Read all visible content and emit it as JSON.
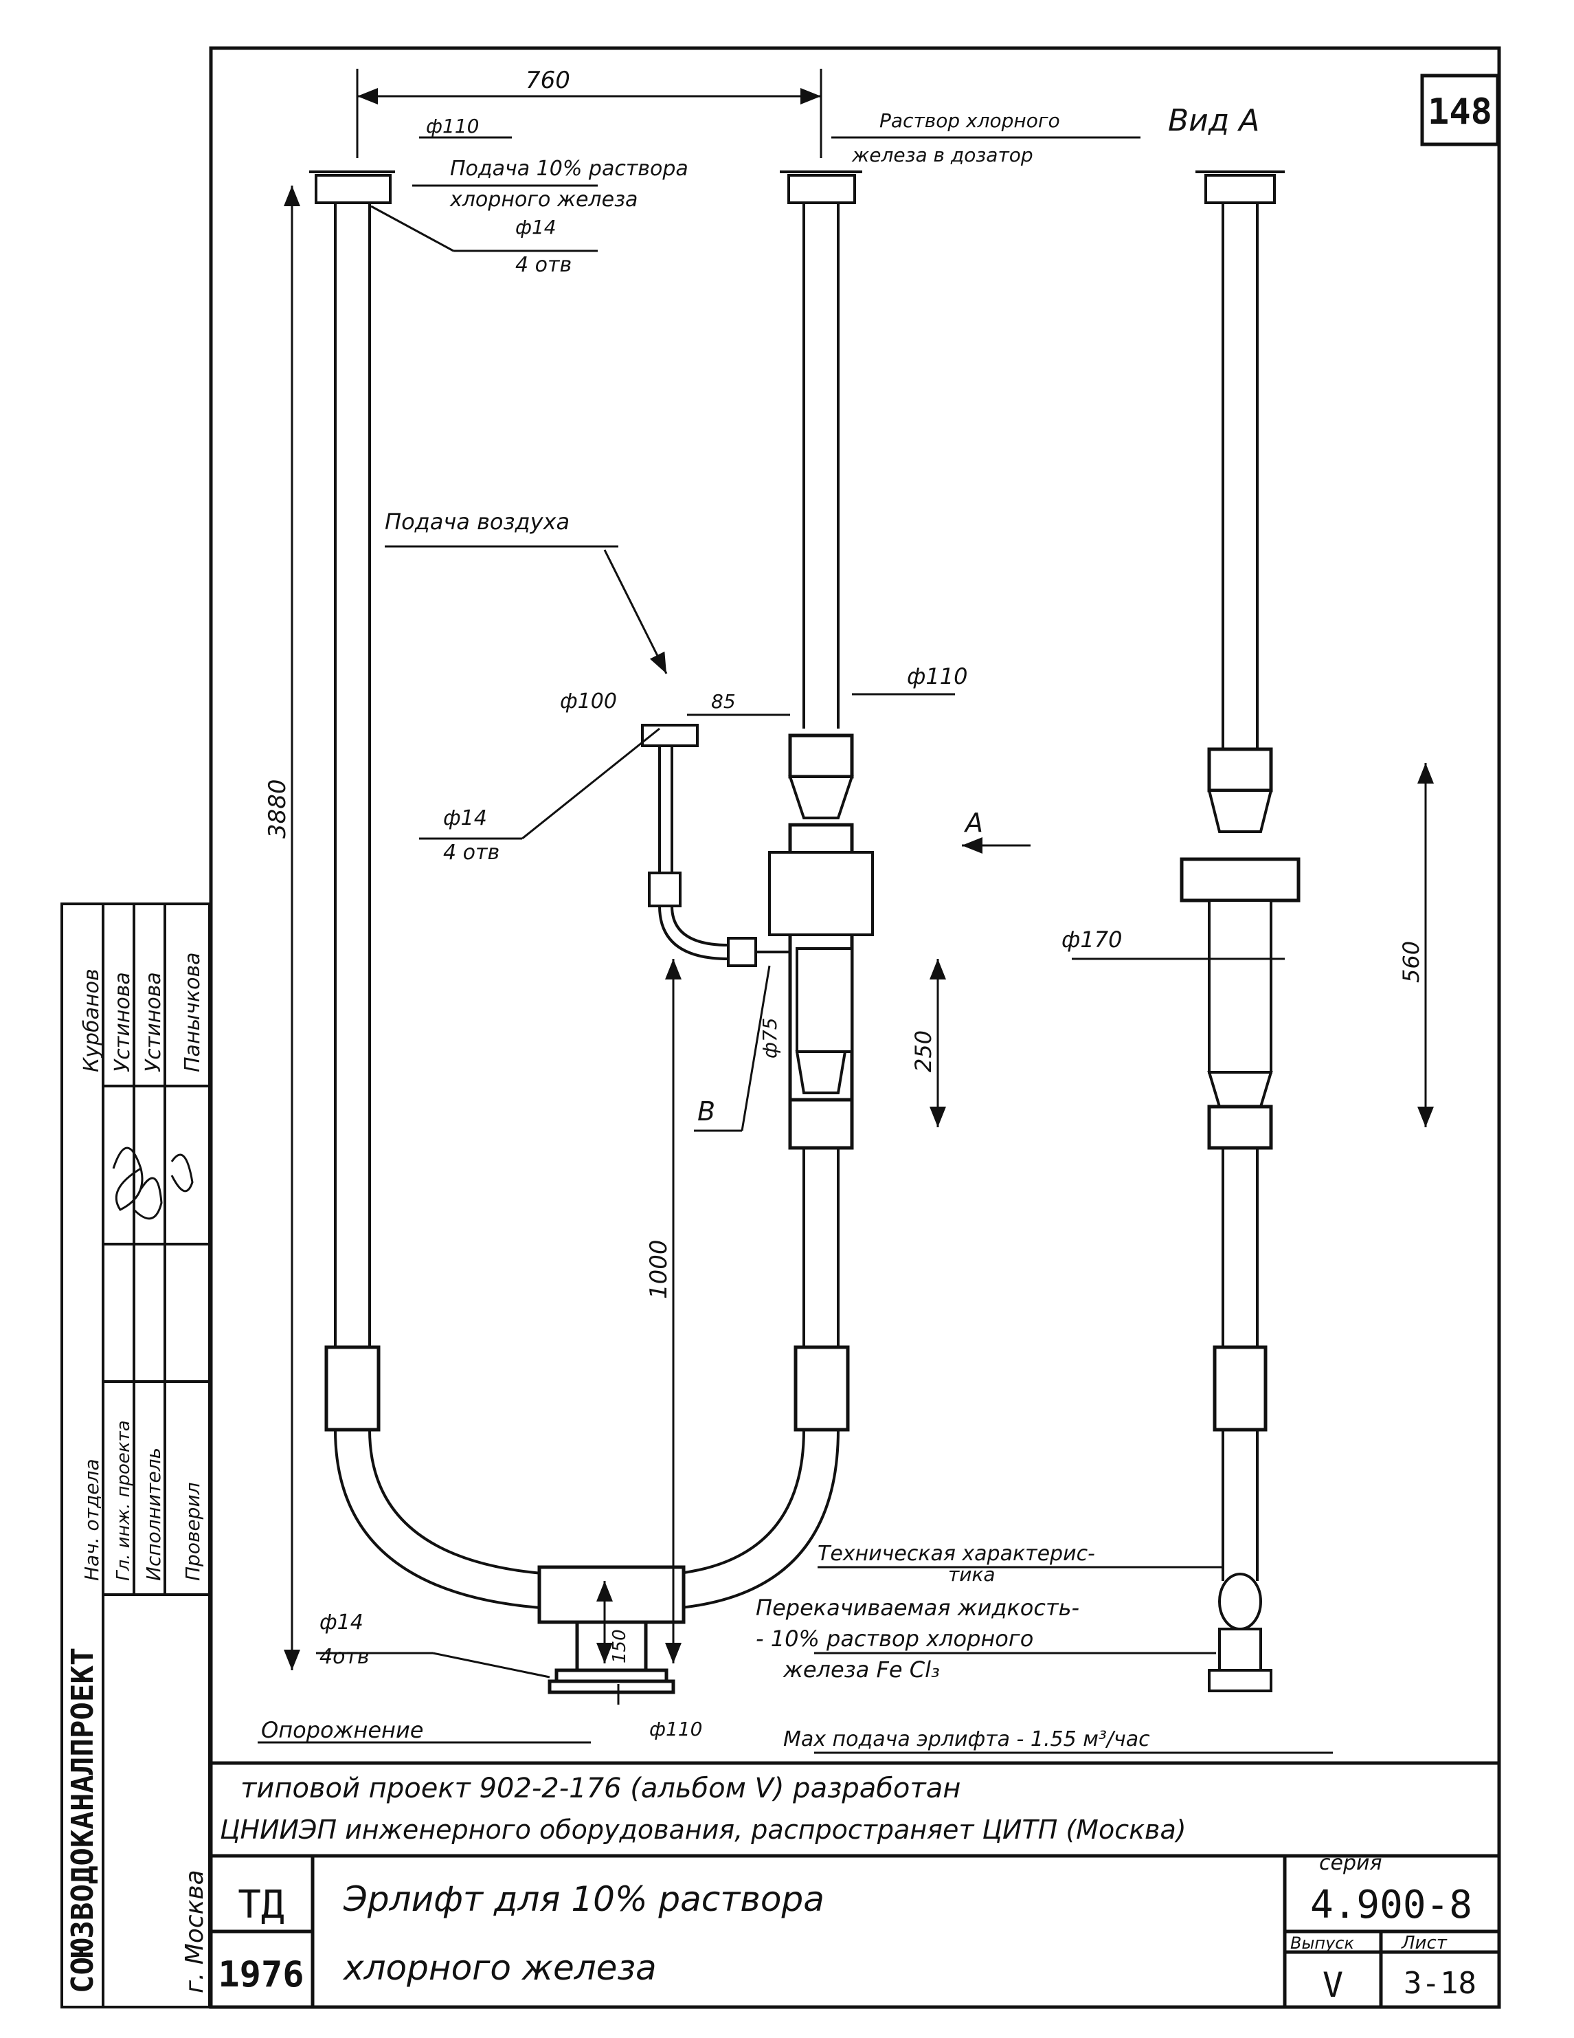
{
  "sheet_number": "148",
  "view_label": "Вид А",
  "view_marker": "А",
  "section_marker": "В",
  "labels": {
    "top_width": "760",
    "top_flange_dia": "ф110",
    "supply_solution": "Подача 10% раствора",
    "supply_solution_2": "хлорного железа",
    "bolt_holes": "ф14",
    "bolt_holes_count": "4 отв",
    "out_solution": "Раствор хлорного",
    "out_solution_2": "железа в дозатор",
    "air_supply": "Подача воздуха",
    "air_flange_dia": "ф100",
    "air_offset": "85",
    "riser_flange_dia": "ф110",
    "air_bolts": "ф14",
    "air_bolts_count": "4 отв",
    "total_height": "3880",
    "lower_height": "1000",
    "body_dia": "ф170",
    "body_height": "560",
    "inner_height": "250",
    "nozzle_dia": "ф75",
    "bottom_bolts": "ф14",
    "bottom_bolts_count": "4отв",
    "bottom_height": "150",
    "bottom_flange_dia": "ф110",
    "drain": "Опорожнение"
  },
  "tech": {
    "title": "Техническая характерис-",
    "title_2": "тика",
    "line1": "Перекачиваемая жидкость-",
    "line2": "- 10% раствор хлорного",
    "line3": "железа Fe Cl₃",
    "line4": "Max подача эрлифта - 1.55 м³/час"
  },
  "footer": {
    "line1": "типовой проект 902-2-176 (альбом V) разработан",
    "line2": "ЦНИИЭП инженерного оборудования, распространяет ЦИТП (Москва)",
    "td": "ТД",
    "year": "1976",
    "title1": "Эрлифт для 10% раствора",
    "title2": "хлорного железа",
    "seria_label": "серия",
    "seria": "4.900-8",
    "vypusk_label": "Выпуск",
    "vypusk": "V",
    "list_label": "Лист",
    "list": "3-18"
  },
  "side_stamp": {
    "org": "СОЮЗВОДОКАНАЛПРОЕКТ",
    "city": "г. Москва",
    "roles": [
      "Нач. отдела",
      "Гл. инж. проекта",
      "Исполнитель",
      "Проверил"
    ],
    "names": [
      "Курбанов",
      "Устинова",
      "Устинова",
      "Панычкова"
    ]
  }
}
